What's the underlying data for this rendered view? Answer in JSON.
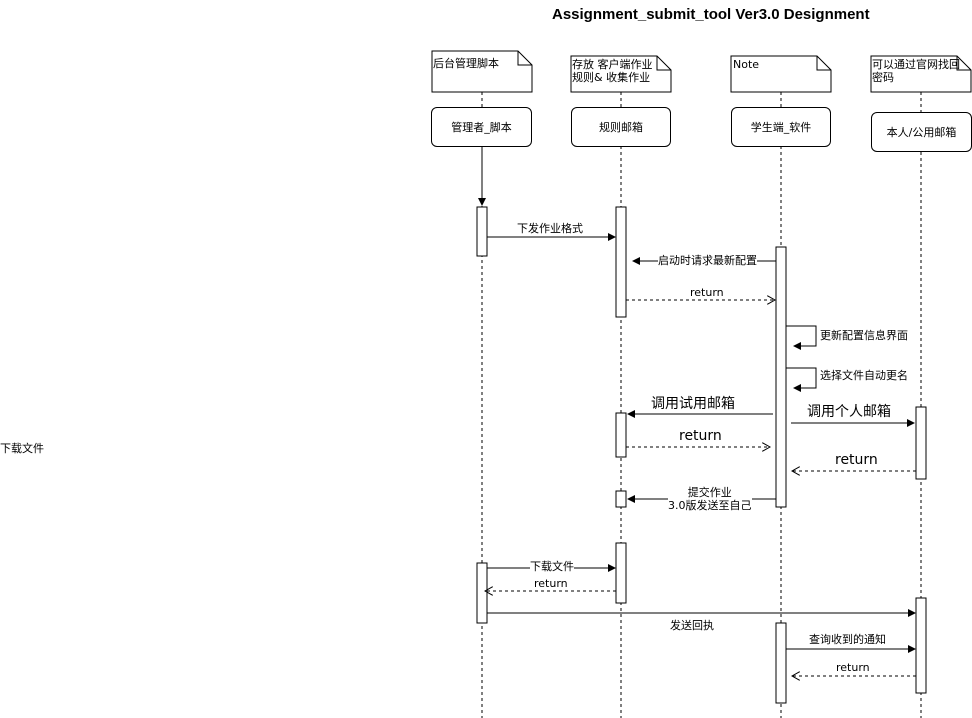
{
  "title": "Assignment_submit_tool Ver3.0 Designment",
  "notes": {
    "admin": "后台管理脚本",
    "rules": "存放 客户端作业\n规则& 收集作业",
    "student": "Note",
    "mailbox": "可以通过官网找回\n密码"
  },
  "participants": {
    "admin": "管理者_脚本",
    "rules": "规则邮箱",
    "student": "学生端_软件",
    "mailbox": "本人/公用邮箱"
  },
  "messages": {
    "m1": "下发作业格式",
    "m2": "启动时请求最新配置",
    "m3": "return",
    "m4": "更新配置信息界面",
    "m5": "选择文件自动更名",
    "m6": "调用试用邮箱",
    "m7": "调用个人邮箱",
    "m8": "return",
    "m9": "return",
    "m10": "提交作业\n3.0版发送至自己",
    "m11": "下载文件",
    "m12": "return",
    "m13": "发送回执",
    "m14": "查询收到的通知",
    "m15": "return"
  },
  "side_label": "下载文件"
}
